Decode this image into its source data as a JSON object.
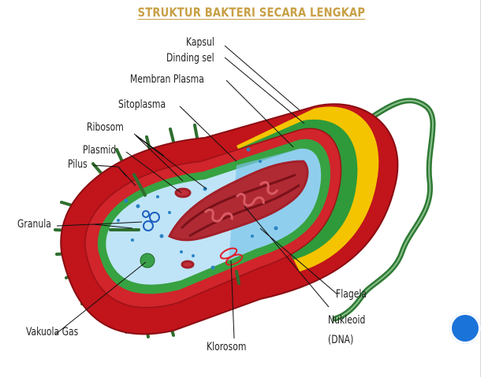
{
  "title": "STRUKTUR BAKTERI SECARA LENGKAP",
  "labels": {
    "kapsul": "Kapsul",
    "dinding_sel": "Dinding sel",
    "membran_plasma": "Membran Plasma",
    "sitoplasma": "Sitoplasma",
    "ribosom": "Ribosom",
    "plasmid": "Plasmid",
    "pilus": "Pilus",
    "granula": "Granula",
    "vakuola_gas": "Vakuola Gas",
    "klorosom": "Klorosom",
    "flagela": "Flagela",
    "nukleoid": "Nukleoid",
    "dna": "(DNA)"
  },
  "colors": {
    "capsule": "#c1141b",
    "cell_wall": "#f5c400",
    "membrane": "#2e9a3a",
    "cytoplasm": "#bfe4f7",
    "nucleoid": "#a3202a",
    "flagellum": "#2f7a34",
    "accent_dot": "#1a73d9",
    "title": "#c8a046"
  }
}
